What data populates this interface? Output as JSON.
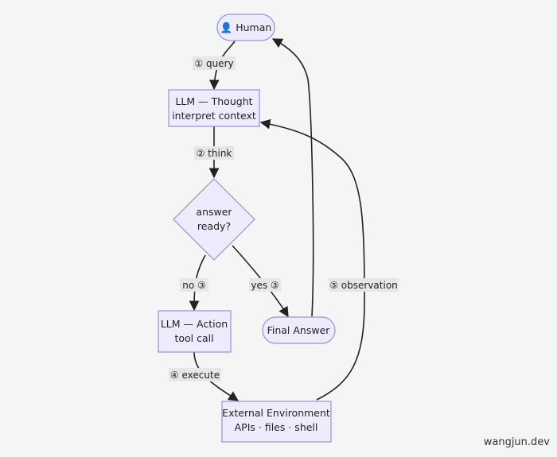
{
  "nodes": {
    "human": {
      "icon": "person-icon",
      "label": "👤 Human"
    },
    "thought": {
      "line1": "LLM — Thought",
      "line2": "interpret context"
    },
    "decision": {
      "line1": "answer",
      "line2": "ready?"
    },
    "action": {
      "line1": "LLM — Action",
      "line2": "tool call"
    },
    "final": {
      "label": "Final Answer"
    },
    "environment": {
      "line1": "External Environment",
      "line2": "APIs · files · shell"
    }
  },
  "edges": {
    "query": "① query",
    "think": "② think",
    "no": "no ③",
    "yes": "yes ③",
    "execute": "④ execute",
    "observation": "⑤ observation"
  },
  "watermark": "wangjun.dev",
  "colors": {
    "node_fill": "#ececfd",
    "node_stroke": "#9b8fd6",
    "edge": "#222222",
    "background": "#f4f5f5",
    "label_bg": "#e6e6e6"
  }
}
